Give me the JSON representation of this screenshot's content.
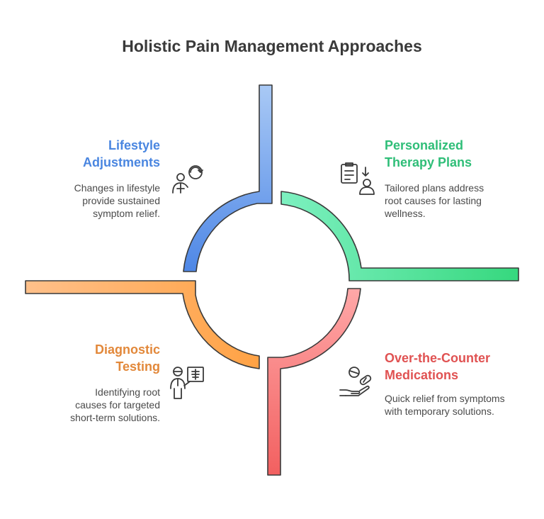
{
  "title": "Holistic Pain Management Approaches",
  "colors": {
    "lifestyle": "#4a86e0",
    "therapy": "#2fbe78",
    "medications": "#e05252",
    "diagnostic": "#e2883a",
    "outline": "#3a3a3a"
  },
  "sections": {
    "lifestyle": {
      "heading_line1": "Lifestyle",
      "heading_line2": "Adjustments",
      "desc_line1": "Changes in lifestyle",
      "desc_line2": "provide sustained",
      "desc_line3": "symptom relief.",
      "icon": "person-refresh-icon"
    },
    "therapy": {
      "heading_line1": "Personalized",
      "heading_line2": "Therapy Plans",
      "desc_line1": "Tailored plans address",
      "desc_line2": "root causes for lasting",
      "desc_line3": "wellness.",
      "icon": "clipboard-person-icon"
    },
    "diagnostic": {
      "heading_line1": "Diagnostic",
      "heading_line2": "Testing",
      "desc_line1": "Identifying root",
      "desc_line2": "causes for targeted",
      "desc_line3": "short-term solutions.",
      "icon": "doctor-xray-icon"
    },
    "medications": {
      "heading_line1": "Over-the-Counter",
      "heading_line2": "Medications",
      "desc_line1": "Quick relief from symptoms",
      "desc_line2": "with temporary solutions.",
      "icon": "hand-pills-icon"
    }
  }
}
